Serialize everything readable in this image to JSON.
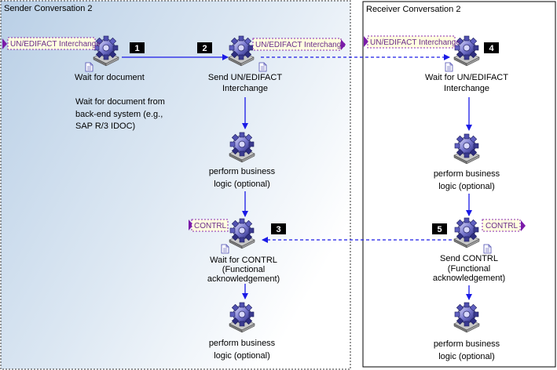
{
  "sender": {
    "title": "Sender Conversation 2",
    "wait_label": "Wait for document",
    "wait_note": [
      "Wait for document from",
      "back-end system (e.g.,",
      "SAP R/3 IDOC)"
    ],
    "send_label": [
      "Send UN/EDIFACT",
      "Interchange"
    ],
    "business1": [
      "perform business",
      "logic (optional)"
    ],
    "wait_contrl": [
      "Wait for CONTRL",
      "(Functional",
      "acknowledgement)"
    ],
    "business2": [
      "perform business",
      "logic (optional)"
    ]
  },
  "receiver": {
    "title": "Receiver Conversation 2",
    "wait_label": [
      "Wait for UN/EDIFACT",
      "Interchange"
    ],
    "business1": [
      "perform business",
      "logic (optional)"
    ],
    "send_contrl": [
      "Send CONTRL",
      "(Functional",
      "acknowledgement)"
    ],
    "business2": [
      "perform business",
      "logic (optional)"
    ]
  },
  "tags": {
    "interchange": "UN/EDIFACT Interchange",
    "contrl": "CONTRL"
  },
  "steps": [
    "1",
    "2",
    "3",
    "4",
    "5"
  ],
  "colors": {
    "arrow": "#1a1ae6",
    "tag_text": "#6a2a8a",
    "tag_bg": "#ffffe0",
    "step_bg": "#000000",
    "sender_bg_start": "#b9cfe6",
    "sender_bg_end": "#ffffff"
  }
}
